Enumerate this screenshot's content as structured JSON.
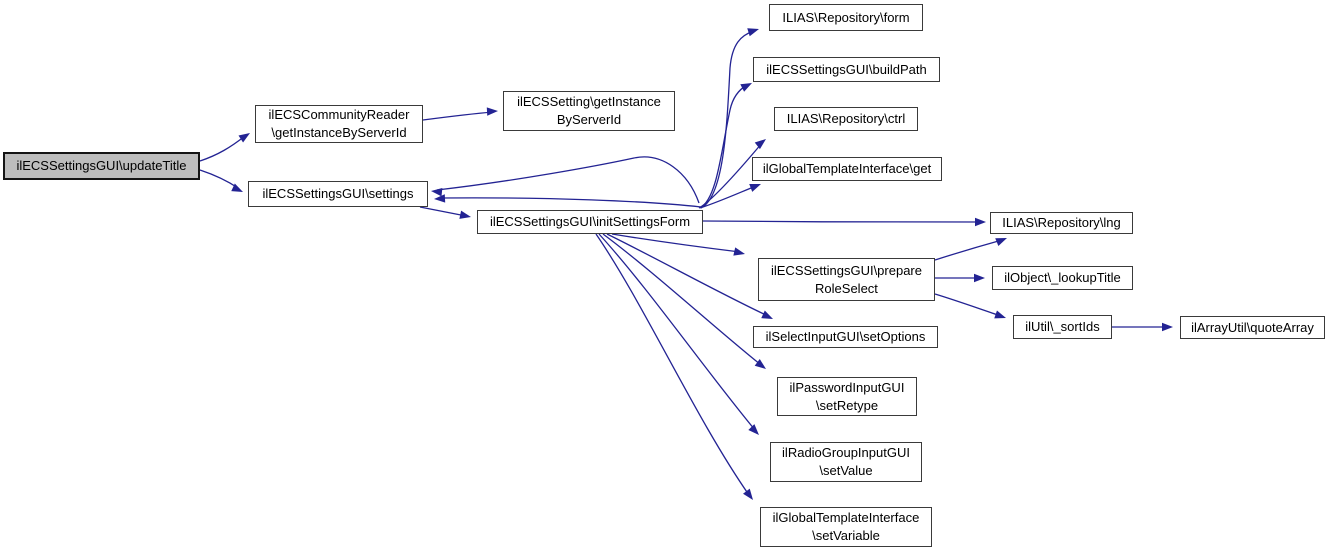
{
  "graph": {
    "type": "call-graph",
    "nodes": {
      "updateTitle": {
        "label": "ilECSSettingsGUI\\updateTitle",
        "emphasized": true
      },
      "communityReader": {
        "label": "ilECSCommunityReader\n\\getInstanceByServerId",
        "emphasized": false
      },
      "ecsSetting": {
        "label": "ilECSSetting\\getInstance\nByServerId",
        "emphasized": false
      },
      "settings": {
        "label": "ilECSSettingsGUI\\settings",
        "emphasized": false
      },
      "initSettingsForm": {
        "label": "ilECSSettingsGUI\\initSettingsForm",
        "emphasized": false
      },
      "form": {
        "label": "ILIAS\\Repository\\form",
        "emphasized": false
      },
      "buildPath": {
        "label": "ilECSSettingsGUI\\buildPath",
        "emphasized": false
      },
      "ctrl": {
        "label": "ILIAS\\Repository\\ctrl",
        "emphasized": false
      },
      "get": {
        "label": "ilGlobalTemplateInterface\\get",
        "emphasized": false
      },
      "lng": {
        "label": "ILIAS\\Repository\\lng",
        "emphasized": false
      },
      "prepareRoleSelect": {
        "label": "ilECSSettingsGUI\\prepare\nRoleSelect",
        "emphasized": false
      },
      "lookupTitle": {
        "label": "ilObject\\_lookupTitle",
        "emphasized": false
      },
      "sortIds": {
        "label": "ilUtil\\_sortIds",
        "emphasized": false
      },
      "quoteArray": {
        "label": "ilArrayUtil\\quoteArray",
        "emphasized": false
      },
      "setOptions": {
        "label": "ilSelectInputGUI\\setOptions",
        "emphasized": false
      },
      "setRetype": {
        "label": "ilPasswordInputGUI\n\\setRetype",
        "emphasized": false
      },
      "setValue": {
        "label": "ilRadioGroupInputGUI\n\\setValue",
        "emphasized": false
      },
      "setVariable": {
        "label": "ilGlobalTemplateInterface\n\\setVariable",
        "emphasized": false
      }
    },
    "edges": [
      {
        "from": "updateTitle",
        "to": "communityReader"
      },
      {
        "from": "updateTitle",
        "to": "settings"
      },
      {
        "from": "communityReader",
        "to": "ecsSetting"
      },
      {
        "from": "settings",
        "to": "initSettingsForm"
      },
      {
        "from": "initSettingsForm",
        "to": "settings"
      },
      {
        "from": "initSettingsForm",
        "to": "form"
      },
      {
        "from": "initSettingsForm",
        "to": "buildPath"
      },
      {
        "from": "initSettingsForm",
        "to": "ctrl"
      },
      {
        "from": "initSettingsForm",
        "to": "get"
      },
      {
        "from": "initSettingsForm",
        "to": "lng"
      },
      {
        "from": "initSettingsForm",
        "to": "prepareRoleSelect"
      },
      {
        "from": "initSettingsForm",
        "to": "setOptions"
      },
      {
        "from": "initSettingsForm",
        "to": "setRetype"
      },
      {
        "from": "initSettingsForm",
        "to": "setValue"
      },
      {
        "from": "initSettingsForm",
        "to": "setVariable"
      },
      {
        "from": "prepareRoleSelect",
        "to": "lng"
      },
      {
        "from": "prepareRoleSelect",
        "to": "lookupTitle"
      },
      {
        "from": "prepareRoleSelect",
        "to": "sortIds"
      },
      {
        "from": "sortIds",
        "to": "quoteArray"
      }
    ]
  },
  "colors": {
    "edge": "#232393",
    "node_border": "#3a3a3a",
    "highlight_fill": "#bdbdbd",
    "background": "#ffffff"
  }
}
